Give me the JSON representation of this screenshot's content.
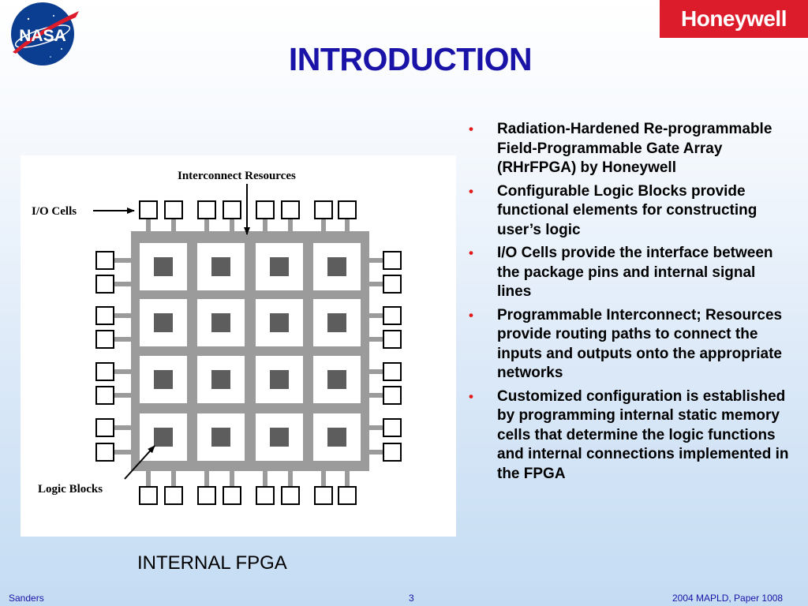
{
  "header": {
    "title": "INTRODUCTION",
    "nasa_logo_text": "NASA",
    "honeywell_logo_text": "Honeywell"
  },
  "diagram": {
    "label_interconnect": "Interconnect Resources",
    "label_io_cells": "I/O Cells",
    "label_logic_blocks": "Logic Blocks",
    "caption": "INTERNAL FPGA"
  },
  "bullets": [
    "Radiation-Hardened Re-programmable Field-Programmable Gate Array (RHrFPGA) by Honeywell",
    "Configurable Logic Blocks provide functional elements for constructing user’s logic",
    "I/O Cells provide the interface between the package pins and internal signal lines",
    "Programmable Interconnect; Resources provide routing paths to connect the inputs and outputs onto the appropriate networks",
    "Customized configuration is established by programming internal static memory cells that determine the logic functions and internal connections implemented in the FPGA"
  ],
  "footer": {
    "author": "Sanders",
    "page": "3",
    "conference": "2004 MAPLD, Paper 1008"
  },
  "colors": {
    "title": "#1a13a8",
    "bullet": "#e21a1a",
    "honeywell_red": "#dc1c2b",
    "nasa_blue": "#0b3d91"
  }
}
